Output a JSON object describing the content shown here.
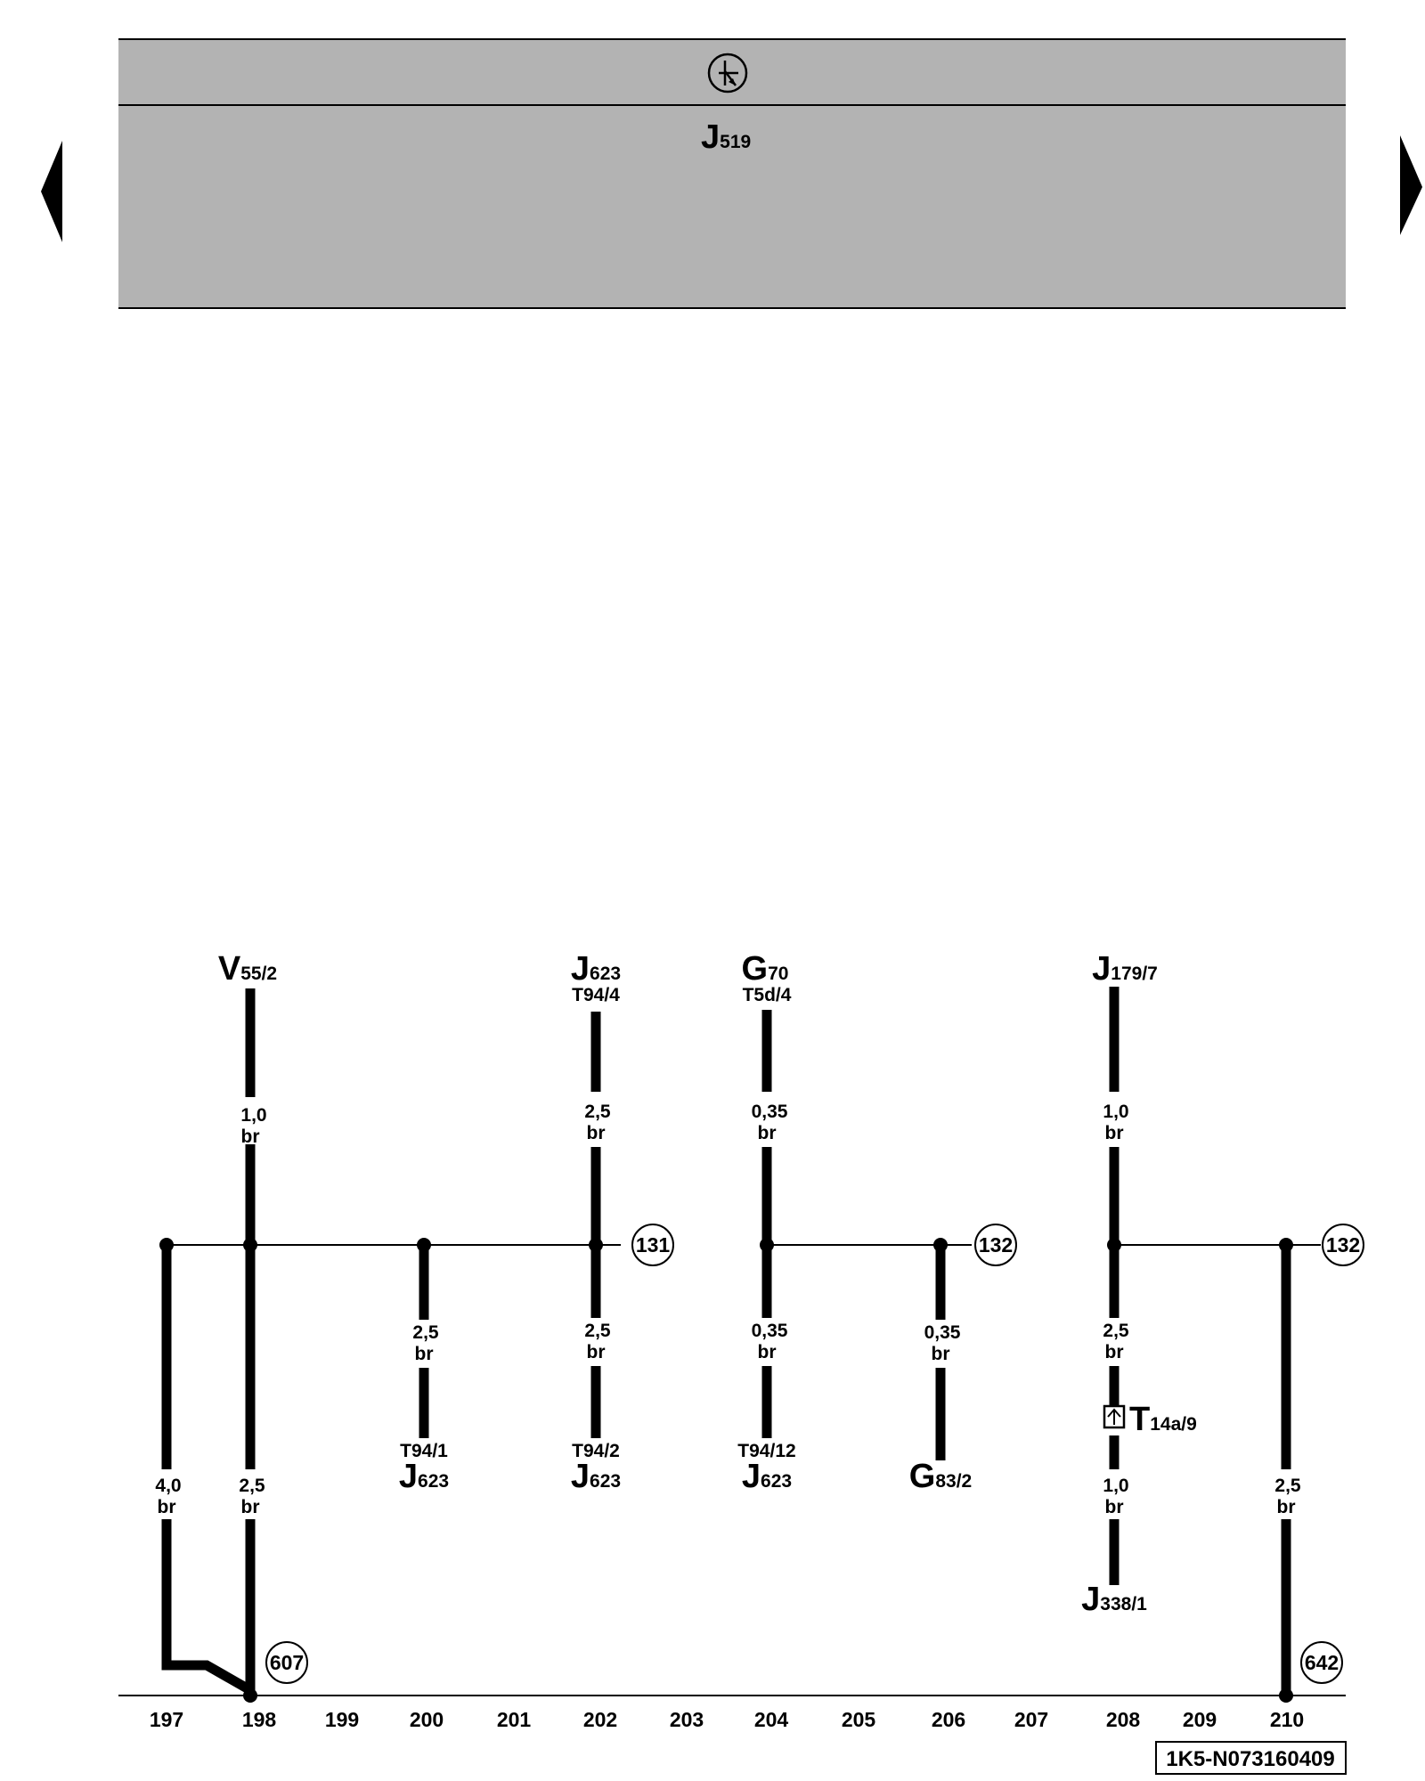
{
  "header": {
    "component_main": "J",
    "component_sub": "519",
    "symbol_icon": "control-unit-symbol-icon"
  },
  "nav": {
    "prev_icon": "triangle-left-icon",
    "next_icon": "triangle-right-icon"
  },
  "diagram_code": "1K5-N073160409",
  "columns": [
    "197",
    "198",
    "199",
    "200",
    "201",
    "202",
    "203",
    "204",
    "205",
    "206",
    "207",
    "208",
    "209",
    "210"
  ],
  "components": [
    {
      "main": "V",
      "sub": "55/2",
      "pin": ""
    },
    {
      "main": "J",
      "sub": "623",
      "pin": "T94/4"
    },
    {
      "main": "G",
      "sub": "70",
      "pin": "T5d/4"
    },
    {
      "main": "J",
      "sub": "179/7",
      "pin": ""
    },
    {
      "main": "J",
      "sub": "623",
      "pin": "T94/1"
    },
    {
      "main": "J",
      "sub": "623",
      "pin": "T94/2"
    },
    {
      "main": "J",
      "sub": "623",
      "pin": "T94/12"
    },
    {
      "main": "G",
      "sub": "83/2",
      "pin": ""
    },
    {
      "main": "J",
      "sub": "338/1",
      "pin": ""
    }
  ],
  "wires": [
    {
      "size": "1,0",
      "color": "br"
    },
    {
      "size": "2,5",
      "color": "br"
    },
    {
      "size": "0,35",
      "color": "br"
    },
    {
      "size": "1,0",
      "color": "br"
    },
    {
      "size": "4,0",
      "color": "br"
    },
    {
      "size": "2,5",
      "color": "br"
    },
    {
      "size": "2,5",
      "color": "br"
    },
    {
      "size": "2,5",
      "color": "br"
    },
    {
      "size": "0,35",
      "color": "br"
    },
    {
      "size": "0,35",
      "color": "br"
    },
    {
      "size": "2,5",
      "color": "br"
    },
    {
      "size": "1,0",
      "color": "br"
    },
    {
      "size": "2,5",
      "color": "br"
    }
  ],
  "connector": {
    "main": "T",
    "sub": "14a/9"
  },
  "references": [
    "131",
    "132",
    "132",
    "607",
    "642"
  ]
}
